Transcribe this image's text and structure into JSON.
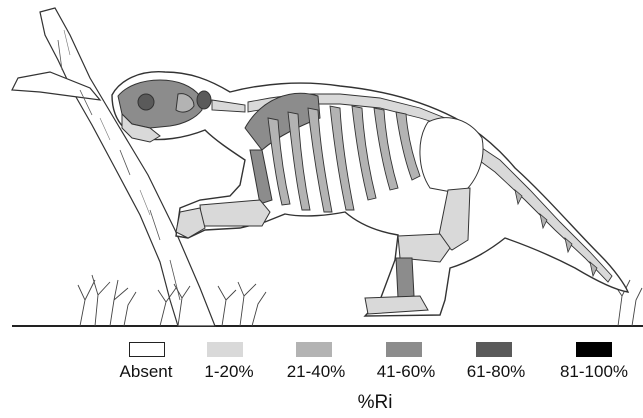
{
  "legend": {
    "title": "%Ri",
    "items": [
      {
        "label": "Absent",
        "color": "#ffffff"
      },
      {
        "label": "1-20%",
        "color": "#d9d9d9"
      },
      {
        "label": "21-40%",
        "color": "#b3b3b3"
      },
      {
        "label": "41-60%",
        "color": "#8c8c8c"
      },
      {
        "label": "61-80%",
        "color": "#5a5a5a"
      },
      {
        "label": "81-100%",
        "color": "#000000"
      }
    ]
  },
  "colors": {
    "outline": "#333333",
    "ground": "#222222"
  },
  "illustration": {
    "subject": "ground-sloth-skeleton-reconstruction",
    "elements": [
      "tree-trunk",
      "body-outline",
      "skull",
      "vertebral-column",
      "ribs",
      "scapula",
      "forelimb",
      "pelvis",
      "hindlimb",
      "tail",
      "shrubs",
      "ground-line"
    ]
  }
}
